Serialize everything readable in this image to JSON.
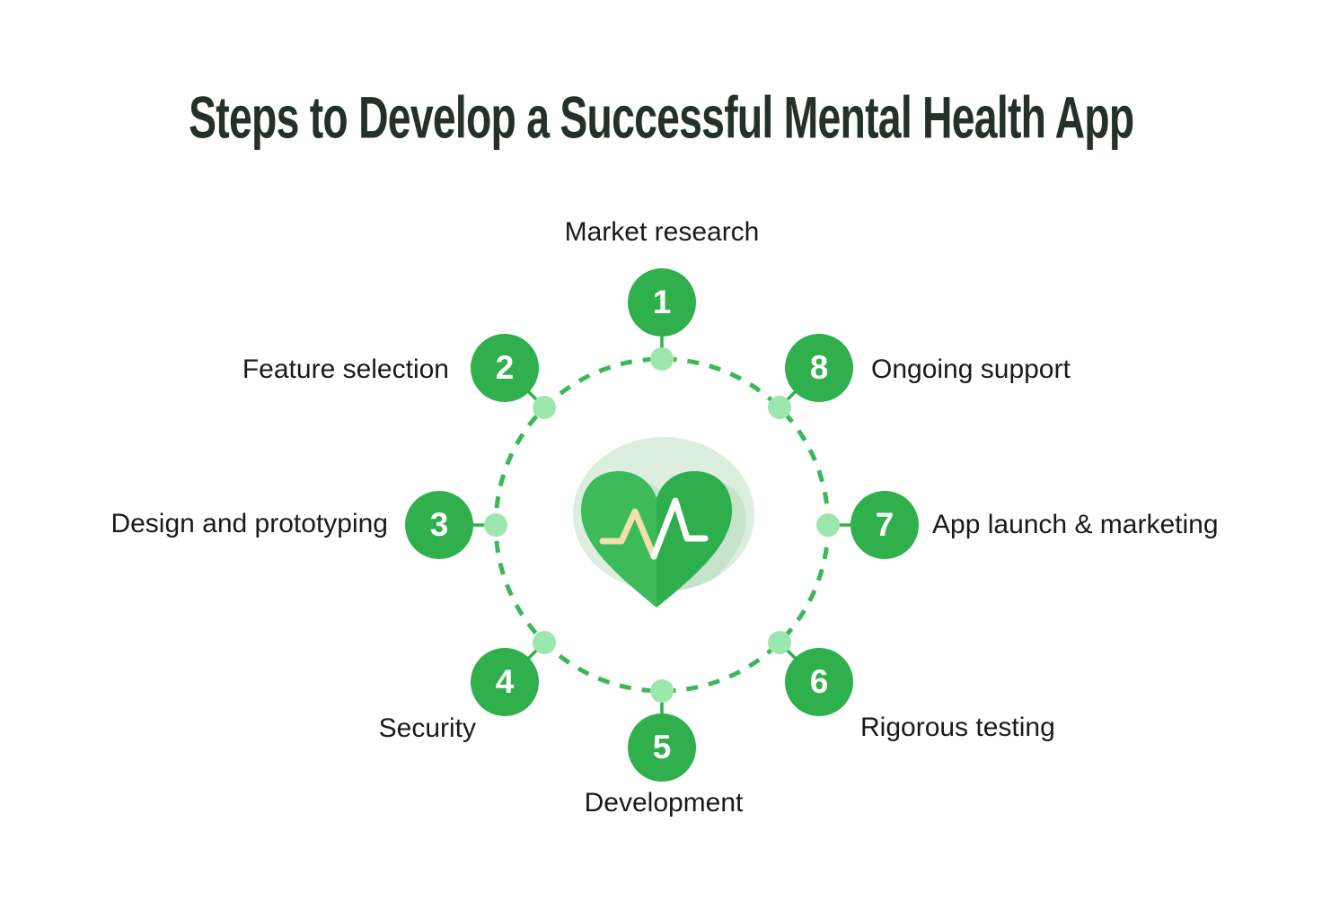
{
  "title": "Steps to Develop a Successful Mental Health App",
  "steps": [
    {
      "number": "1",
      "label": "Market research"
    },
    {
      "number": "2",
      "label": "Feature selection"
    },
    {
      "number": "3",
      "label": "Design and prototyping"
    },
    {
      "number": "4",
      "label": "Security"
    },
    {
      "number": "5",
      "label": "Development"
    },
    {
      "number": "6",
      "label": "Rigorous testing"
    },
    {
      "number": "7",
      "label": "App launch & marketing"
    },
    {
      "number": "8",
      "label": "Ongoing support"
    }
  ],
  "center_icon": "heart-with-pulse-line",
  "colors": {
    "background": "#FFFFFF",
    "title_text": "#233129",
    "label_text": "#1A1A1A",
    "step_circle": "#2FB04C",
    "step_number_text": "#FFFFFF",
    "dashed_ring": "#3CB857",
    "ring_dot": "#9CE7AD",
    "connector_line": "#2FB04C",
    "heart_left_half": "#3DBB5B",
    "heart_right_half": "#2EAE4D",
    "heart_backdrop_blob": "#DCEFDF",
    "heart_shadow": "#C6E4CC",
    "pulse_line_left": "#F2DFB2",
    "pulse_line_right": "#FFFFFF"
  }
}
